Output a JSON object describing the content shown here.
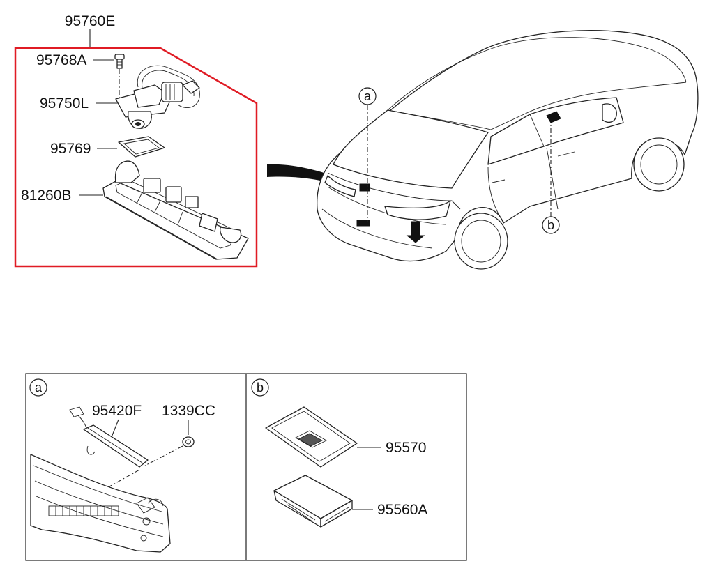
{
  "callouts": {
    "assembly": "95760E",
    "bolt": "95768A",
    "camera": "95750L",
    "gasket": "95769",
    "housing": "81260B"
  },
  "detail_refs": {
    "a": "a",
    "b": "b"
  },
  "detail_a": {
    "label": "a",
    "parts": {
      "module": "95420F",
      "nut": "1339CC"
    }
  },
  "detail_b": {
    "label": "b",
    "parts": {
      "cover": "95570",
      "unit": "95560A"
    }
  },
  "colors": {
    "highlight_border": "#e01b24",
    "line": "#222222"
  }
}
